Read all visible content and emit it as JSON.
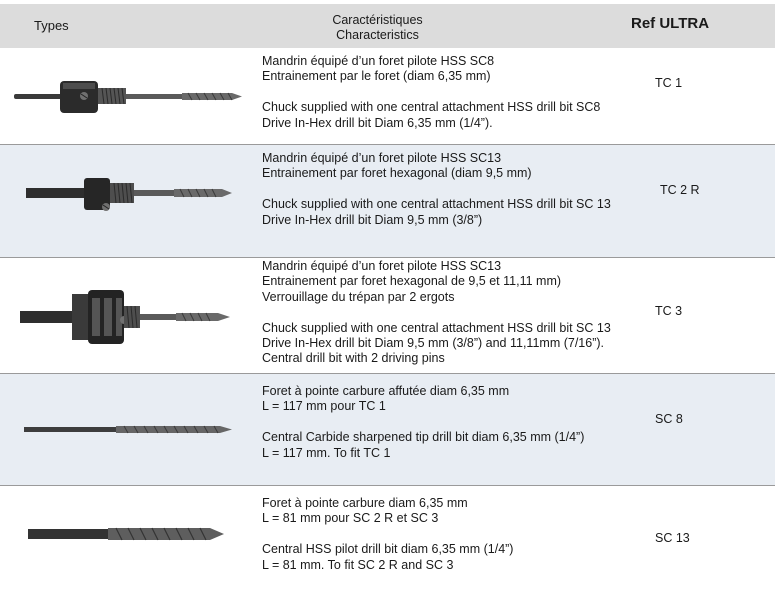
{
  "header": {
    "types_label": "Types",
    "characteristics_fr": "Caractéristiques",
    "characteristics_en": "Characteristics",
    "ref_label": "Ref ULTRA"
  },
  "rows": [
    {
      "fr": [
        "Mandrin équipé d’un foret pilote HSS SC8",
        "Entrainement par le foret (diam 6,35 mm)"
      ],
      "en": [
        "Chuck supplied with one central attachment HSS drill bit SC8",
        "Drive In-Hex drill bit Diam 6,35 mm (1/4”)."
      ],
      "ref": "TC 1"
    },
    {
      "fr": [
        "Mandrin équipé d’un foret pilote HSS SC13",
        "Entrainement par foret hexagonal (diam 9,5 mm)"
      ],
      "en": [
        "Chuck supplied with one central attachment HSS drill bit SC 13",
        "Drive In-Hex drill bit Diam 9,5 mm (3/8”)"
      ],
      "ref": "TC 2 R"
    },
    {
      "fr": [
        "Mandrin équipé d’un foret pilote HSS SC13",
        "Entrainement par foret hexagonal de 9,5 et 11,11 mm)",
        "Verrouillage du trépan par 2 ergots"
      ],
      "en": [
        "Chuck supplied with one central attachment HSS drill bit SC 13",
        "Drive In-Hex drill bit Diam 9,5 mm (3/8”) and 11,11mm (7/16”).",
        "Central drill bit with 2 driving pins"
      ],
      "ref": "TC 3"
    },
    {
      "fr": [
        "Foret à pointe carbure affutée diam 6,35 mm",
        "L = 117 mm pour TC 1"
      ],
      "en": [
        "Central Carbide sharpened tip drill bit diam 6,35 mm (1/4”)",
        "L = 117 mm. To fit TC 1"
      ],
      "ref": "SC 8"
    },
    {
      "fr": [
        "Foret à pointe carbure diam 6,35 mm",
        "L = 81 mm pour SC 2 R et SC 3"
      ],
      "en": [
        "Central HSS pilot drill bit diam 6,35 mm (1/4”)",
        "L = 81 mm. To fit SC 2 R and SC 3"
      ],
      "ref": "SC 13"
    }
  ]
}
